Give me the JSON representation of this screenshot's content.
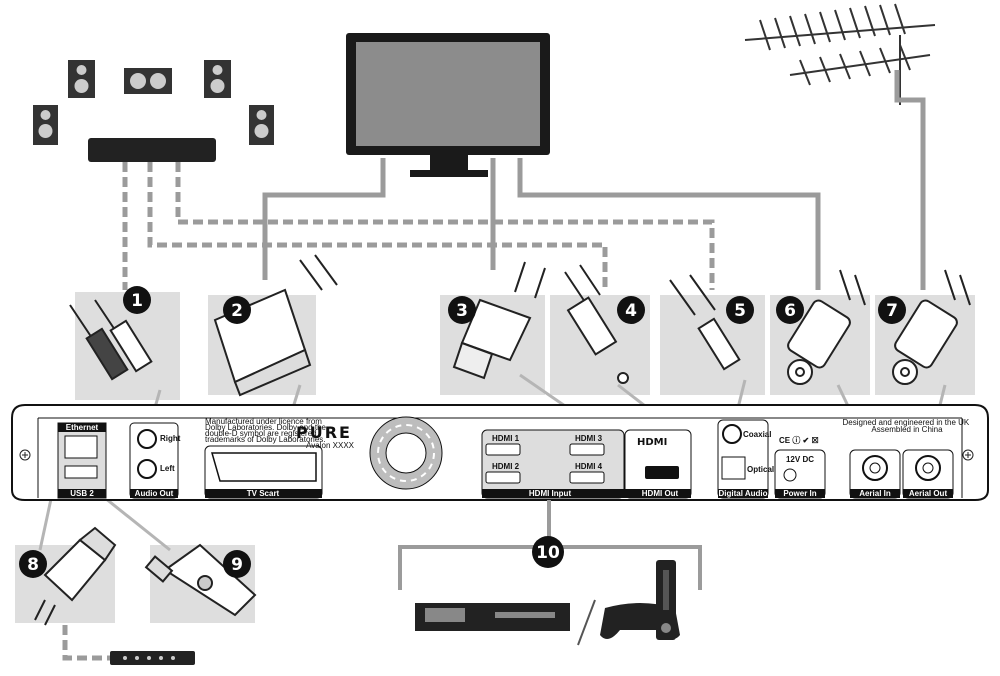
{
  "callouts": [
    "1",
    "2",
    "3",
    "4",
    "5",
    "6",
    "7",
    "8",
    "9",
    "10"
  ],
  "panel": {
    "ethernet": "Ethernet",
    "usb": "USB 2",
    "right": "Right",
    "left": "Left",
    "audio_out": "Audio Out",
    "tv_scart": "TV Scart",
    "dolby_notice": [
      "Manufactured under licence from",
      "Dolby Laboratories. Dolby and the",
      "double-D symbol are registered",
      "trademarks of Dolby Laboratories."
    ],
    "brand": "PURE",
    "model": "Avalon XXXX",
    "hdmi1": "HDMI 1",
    "hdmi2": "HDMI 2",
    "hdmi3": "HDMI 3",
    "hdmi4": "HDMI 4",
    "hdmi_input": "HDMI Input",
    "hdmi_logo": "HDMI",
    "hdmi_out": "HDMI Out",
    "coaxial": "Coaxial",
    "optical": "Optical",
    "digital_audio": "Digital Audio",
    "power_rating": "12V DC",
    "power_in": "Power In",
    "compliance": "CE ⓘ ✔ ☒",
    "made_in": [
      "Designed and engineered in the UK",
      "Assembled in China"
    ],
    "aerial_in": "Aerial In",
    "aerial_out": "Aerial Out"
  },
  "colors": {
    "cable": "#9b9b9b",
    "callout_bg": "#dcdcdc",
    "panel_label_bg": "#111111"
  }
}
